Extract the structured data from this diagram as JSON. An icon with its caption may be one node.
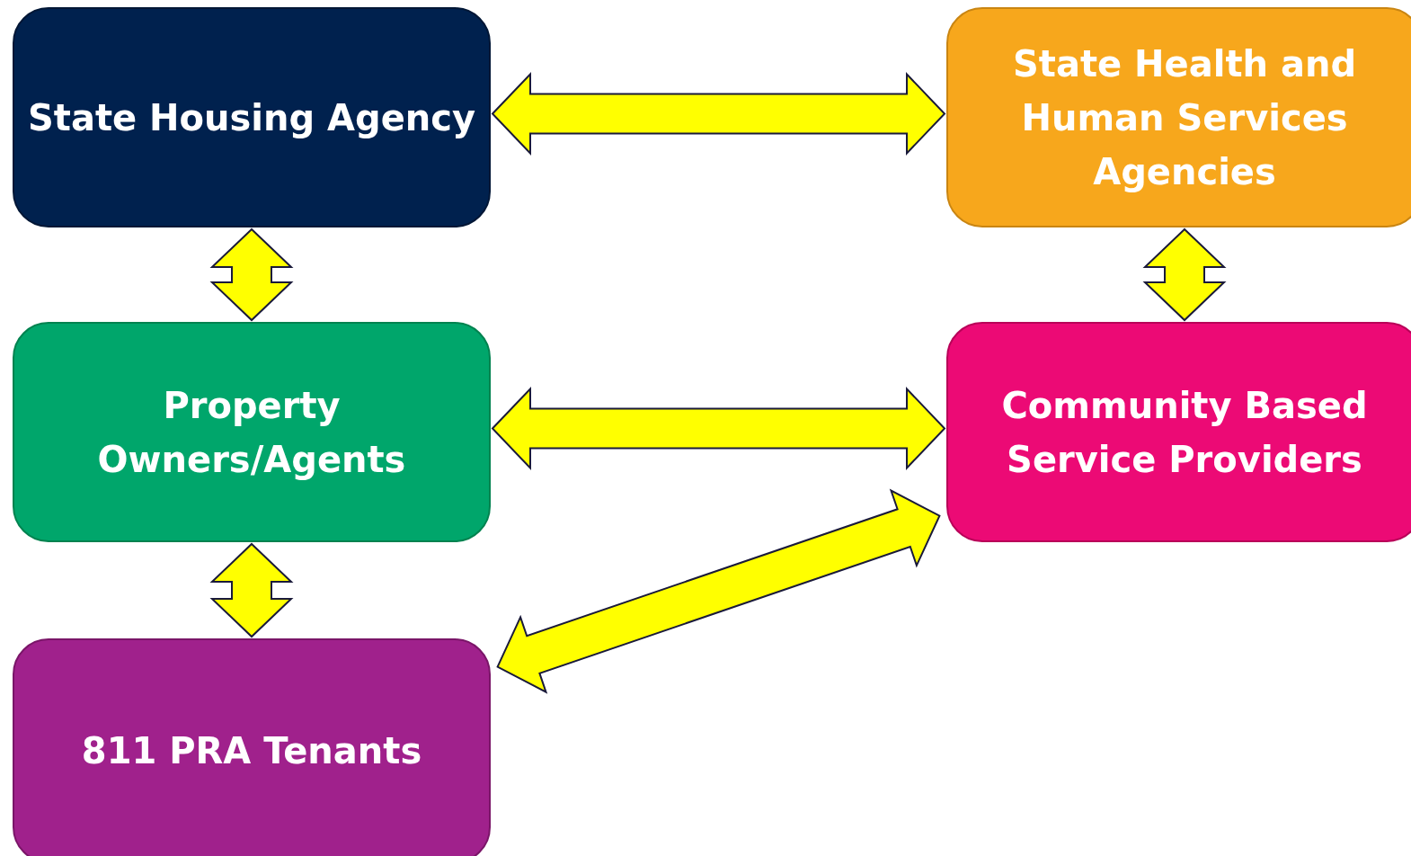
{
  "diagram": {
    "nodes": [
      {
        "text": [
          "State Housing Agency"
        ]
      },
      {
        "text": [
          "State Health and Human Services Agencies"
        ]
      },
      {
        "text": [
          "Property Owners/Agents"
        ]
      },
      {
        "text": [
          "Community Based Service Providers"
        ]
      },
      {
        "text": [
          "811 PRA Tenants"
        ]
      }
    ],
    "edges": [
      {
        "from": 0,
        "to": 1,
        "arrow": "both"
      },
      {
        "from": 0,
        "to": 2,
        "arrow": "both"
      },
      {
        "from": 1,
        "to": 3,
        "arrow": "both"
      },
      {
        "from": 2,
        "to": 3,
        "arrow": "both"
      },
      {
        "from": 2,
        "to": 4,
        "arrow": "both"
      },
      {
        "from": 4,
        "to": 3,
        "arrow": "both"
      }
    ]
  }
}
